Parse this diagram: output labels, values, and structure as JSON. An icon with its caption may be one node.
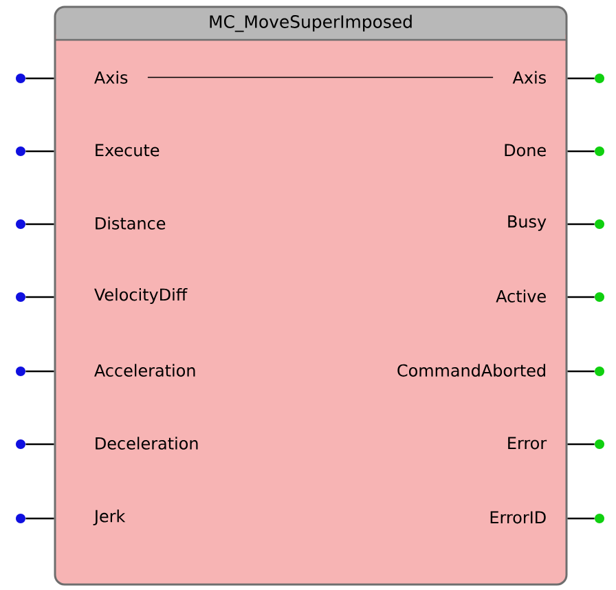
{
  "diagram": {
    "nodes": [
      {
        "text": [
          "MC_MoveSuperImposed"
        ]
      },
      {
        "text": [
          "Axis"
        ],
        "in": 0
      },
      {
        "text": [
          "Execute"
        ],
        "in": 0
      },
      {
        "text": [
          "Distance"
        ],
        "in": 0
      },
      {
        "text": [
          "VelocityDiff"
        ],
        "in": 0
      },
      {
        "text": [
          "Acceleration"
        ],
        "in": 0
      },
      {
        "text": [
          "Deceleration"
        ],
        "in": 0
      },
      {
        "text": [
          "Jerk"
        ],
        "in": 0
      },
      {
        "text": [
          "Axis"
        ],
        "in": 0
      },
      {
        "text": [
          "Done"
        ],
        "in": 0
      },
      {
        "text": [
          "Busy"
        ],
        "in": 0
      },
      {
        "text": [
          "Active"
        ],
        "in": 0
      },
      {
        "text": [
          "CommandAborted"
        ],
        "in": 0
      },
      {
        "text": [
          "Error"
        ],
        "in": 0
      },
      {
        "text": [
          "ErrorID"
        ],
        "in": 0
      },
      {
        "text": [],
        "shape": "circle"
      },
      {
        "text": [],
        "shape": "circle"
      },
      {
        "text": [],
        "shape": "circle"
      },
      {
        "text": [],
        "shape": "circle"
      },
      {
        "text": [],
        "shape": "circle"
      },
      {
        "text": [],
        "shape": "circle"
      },
      {
        "text": [],
        "shape": "circle"
      },
      {
        "text": [],
        "shape": "circle"
      },
      {
        "text": [],
        "shape": "circle"
      },
      {
        "text": [],
        "shape": "circle"
      },
      {
        "text": [],
        "shape": "circle"
      },
      {
        "text": [],
        "shape": "circle"
      },
      {
        "text": [],
        "shape": "circle"
      },
      {
        "text": [],
        "shape": "circle"
      }
    ],
    "edges": [
      {
        "from": 15,
        "to": 0,
        "arrow": "none"
      },
      {
        "from": 16,
        "to": 0,
        "arrow": "none"
      },
      {
        "from": 17,
        "to": 0,
        "arrow": "none"
      },
      {
        "from": 18,
        "to": 0,
        "arrow": "none"
      },
      {
        "from": 19,
        "to": 0,
        "arrow": "none"
      },
      {
        "from": 20,
        "to": 0,
        "arrow": "none"
      },
      {
        "from": 21,
        "to": 0,
        "arrow": "none"
      },
      {
        "from": 0,
        "to": 22,
        "arrow": "none"
      },
      {
        "from": 0,
        "to": 23,
        "arrow": "none"
      },
      {
        "from": 0,
        "to": 24,
        "arrow": "none"
      },
      {
        "from": 0,
        "to": 25,
        "arrow": "none"
      },
      {
        "from": 0,
        "to": 26,
        "arrow": "none"
      },
      {
        "from": 0,
        "to": 27,
        "arrow": "none"
      },
      {
        "from": 0,
        "to": 28,
        "arrow": "none"
      },
      {
        "from": 1,
        "to": 8,
        "arrow": "none"
      }
    ]
  }
}
